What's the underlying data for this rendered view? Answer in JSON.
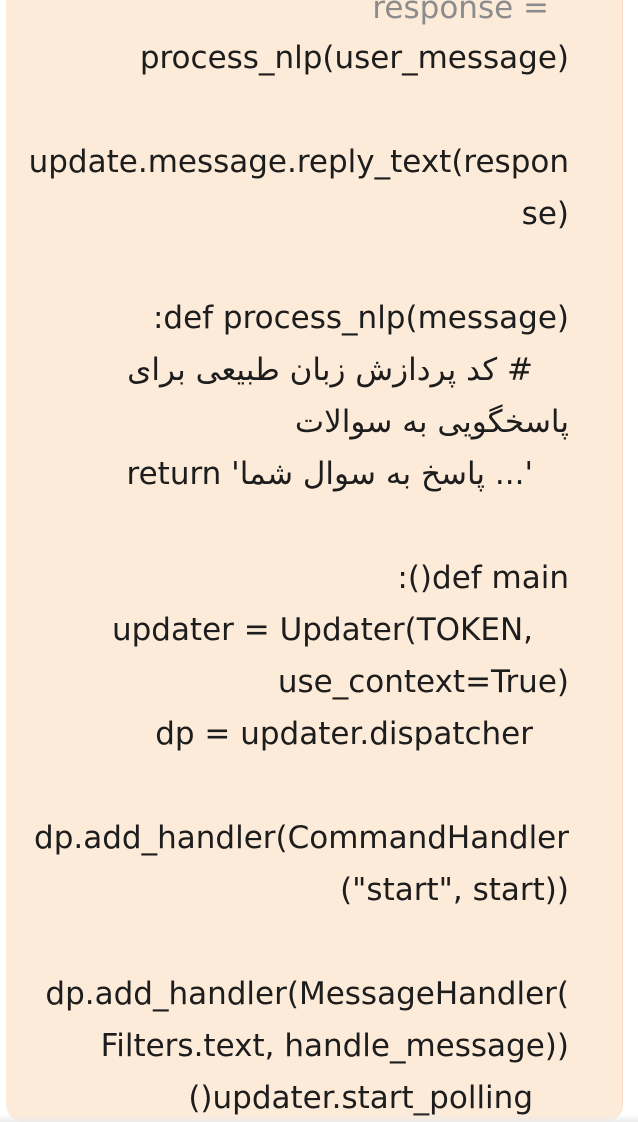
{
  "message": {
    "lines": [
      "response =",
      "process_nlp(user_message)",
      "",
      "update.message.reply_text(respon",
      "se)",
      "",
      ":def process_nlp(message)",
      "# کد پردازش زبان طبیعی برای",
      "پاسخگویی به سوالات",
      "return 'پاسخ به سوال شما ...'",
      "",
      ":()def main",
      "updater = Updater(TOKEN,",
      "use_context=True)",
      "dp = updater.dispatcher",
      "",
      "dp.add_handler(CommandHandler",
      "(\"start\", start))",
      "",
      "dp.add_handler(MessageHandler(",
      "Filters.text, handle_message))",
      "()updater.start_polling"
    ]
  },
  "colors": {
    "bubble_bg": "#fdebd9",
    "text": "#1d1d1d"
  }
}
